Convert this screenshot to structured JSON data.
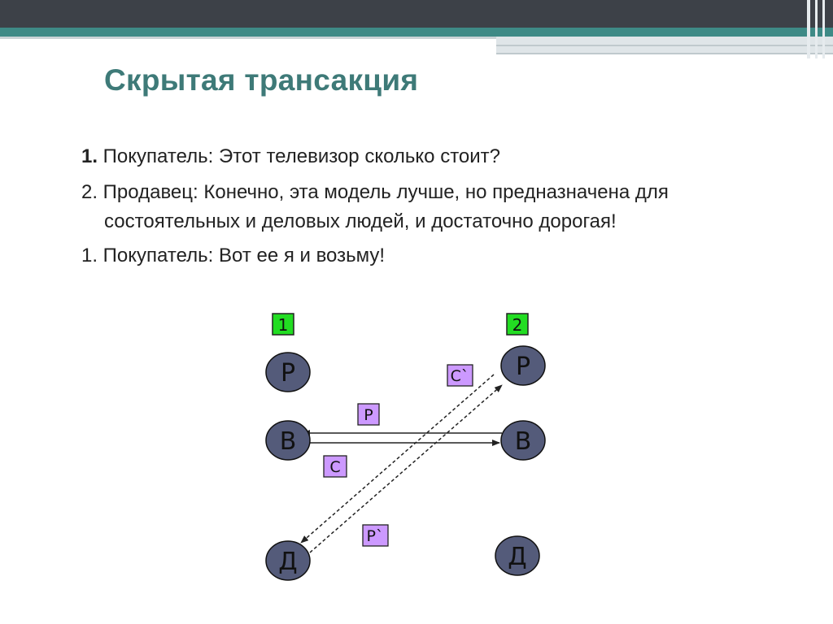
{
  "slide": {
    "title": "Скрытая трансакция",
    "dialogue": [
      {
        "num": "1.",
        "text": " Покупатель: Этот  телевизор сколько стоит?"
      },
      {
        "num": "2.",
        "text": " Продавец: Конечно, эта модель лучше, но предназначена для",
        "continuation": "состоятельных и деловых людей, и достаточно дорогая!"
      },
      {
        "num": "1.",
        "text": " Покупатель: Вот ее я и возьму!"
      }
    ]
  },
  "diagram": {
    "persons": [
      {
        "label": "1",
        "states": [
          "Р",
          "В",
          "Д"
        ]
      },
      {
        "label": "2",
        "states": [
          "Р",
          "В",
          "Д"
        ]
      }
    ],
    "transaction_labels": [
      "Р",
      "С",
      "С`",
      "Р`"
    ]
  },
  "colors": {
    "title": "#3e7a78",
    "node_fill": "#545b7a",
    "person_label_fill": "#22dd22",
    "transaction_label_fill": "#cc99ff",
    "header_dark": "#3d4148",
    "header_teal": "#3e8a86"
  }
}
